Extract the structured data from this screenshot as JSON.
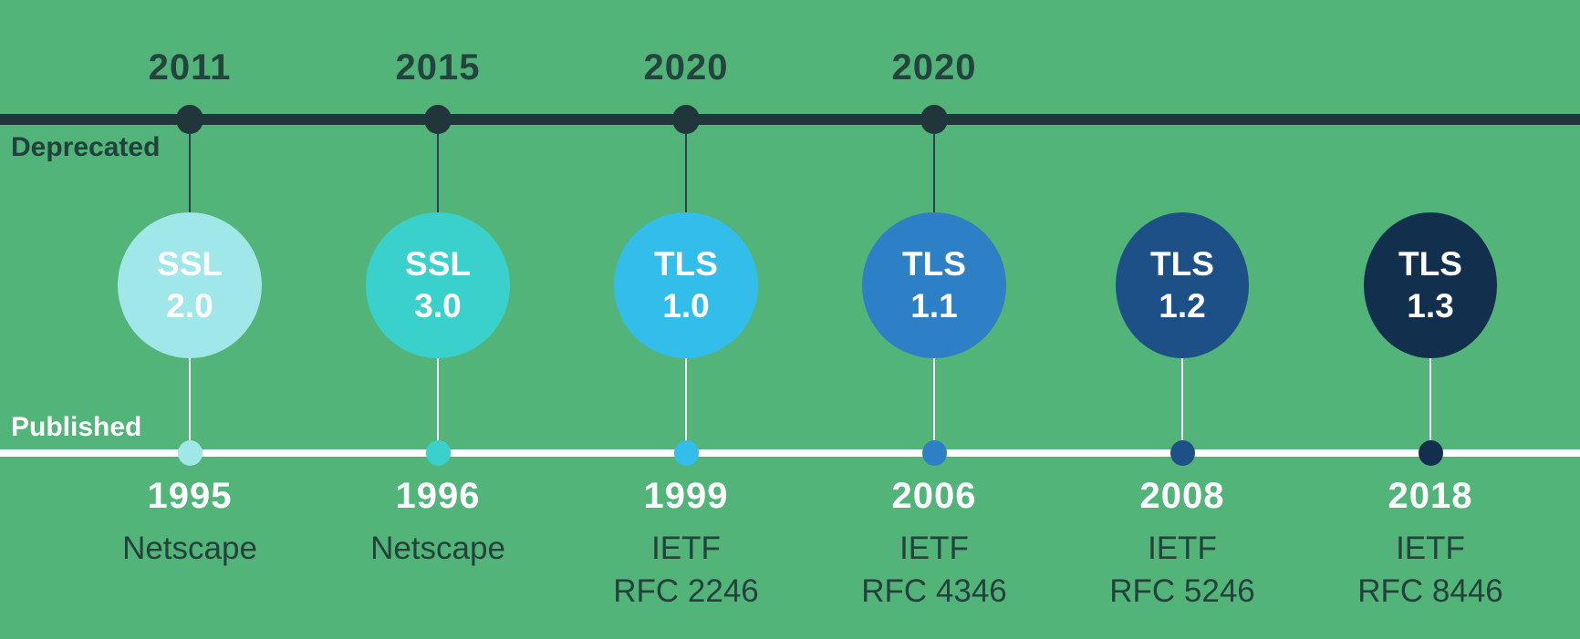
{
  "axis": {
    "deprecated_label": "Deprecated",
    "published_label": "Published"
  },
  "colors": {
    "background": "#52b478",
    "deprecated_line": "#20363b",
    "published_line": "#ffffff"
  },
  "items": [
    {
      "protocol": "SSL",
      "version": "2.0",
      "color": "#9fe7e9",
      "deprecated_year": "2011",
      "published_year": "1995",
      "org": [
        "Netscape"
      ]
    },
    {
      "protocol": "SSL",
      "version": "3.0",
      "color": "#3ad1cd",
      "deprecated_year": "2015",
      "published_year": "1996",
      "org": [
        "Netscape"
      ]
    },
    {
      "protocol": "TLS",
      "version": "1.0",
      "color": "#33bdea",
      "deprecated_year": "2020",
      "published_year": "1999",
      "org": [
        "IETF",
        "RFC 2246"
      ]
    },
    {
      "protocol": "TLS",
      "version": "1.1",
      "color": "#2e80c6",
      "deprecated_year": "2020",
      "published_year": "2006",
      "org": [
        "IETF",
        "RFC 4346"
      ]
    },
    {
      "protocol": "TLS",
      "version": "1.2",
      "color": "#1d5087",
      "deprecated_year": null,
      "published_year": "2008",
      "org": [
        "IETF",
        "RFC 5246"
      ]
    },
    {
      "protocol": "TLS",
      "version": "1.3",
      "color": "#132f4e",
      "deprecated_year": null,
      "published_year": "2018",
      "org": [
        "IETF",
        "RFC 8446"
      ]
    }
  ]
}
